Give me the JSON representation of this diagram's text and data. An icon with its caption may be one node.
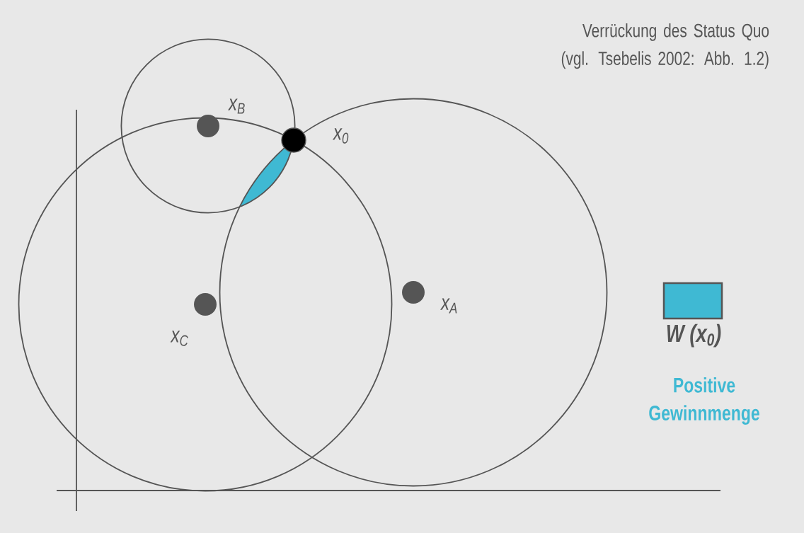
{
  "diagram": {
    "title": "Verrückung des Status Quo (vgl. Tsebelis 2002: Abb. 1.2)",
    "labels": [
      "x$_{B}$",
      "x$_{0}$",
      "x$_{A}$",
      "x$_{C}$",
      "Positive Gewinnmenge"
    ],
    "legend": [
      {
        "text": "W (x$_{0}$)",
        "color": "#3fb9d3"
      }
    ]
  }
}
